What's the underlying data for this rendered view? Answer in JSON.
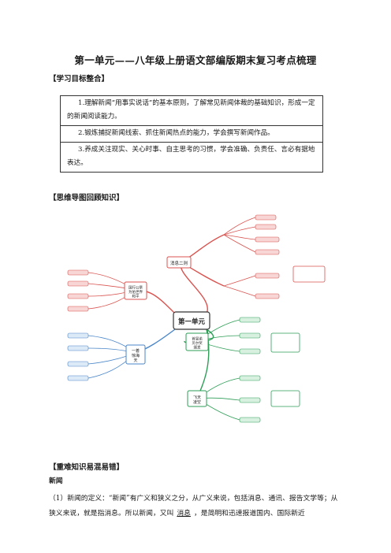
{
  "title": "第一单元——八年级上册语文部编版期末复习考点梳理",
  "sections": {
    "goals": "【学习目标整合】",
    "mindmap": "【思维导图回顾知识】",
    "keypoints": "【重难知识易混易错】"
  },
  "goals": [
    "1.理解新闻“用事实说话”的基本原则，了解常见新闻体裁的基础知识，形成一定的新闻阅读能力。",
    "2.锻炼捕捉新闻线索、抓住新闻热点的能力，学会撰写新闻作品。",
    "3.养成关注现实、关心时事、自主思考的习惯，学会准确、负责任、言必有据地表达。"
  ],
  "mindmap": {
    "center": "第一单元",
    "branches": {
      "b1": "消息二则",
      "b2": "国行公祭\n为佑世界\n和平",
      "b3": "一着\n惊海\n天",
      "b4": "首届诺\n贝尔奖\n颁发",
      "b5": "飞天\n凌空"
    },
    "colors": {
      "red": "#d9534f",
      "blue": "#4a86c8",
      "green": "#2e9e57",
      "center_border": "#333333"
    }
  },
  "subtitle": "新闻",
  "paragraph": {
    "prefix": "（1）新闻的定义：",
    "body_a": "“新闻”有广义和狭义之分，从广义来说，包括消息、通讯、报告文学等；从狭义来说，就是指消息。所以新闻，又叫",
    "blank": "消息",
    "body_b": "，是简明和迅速报道国内、国际新近"
  }
}
